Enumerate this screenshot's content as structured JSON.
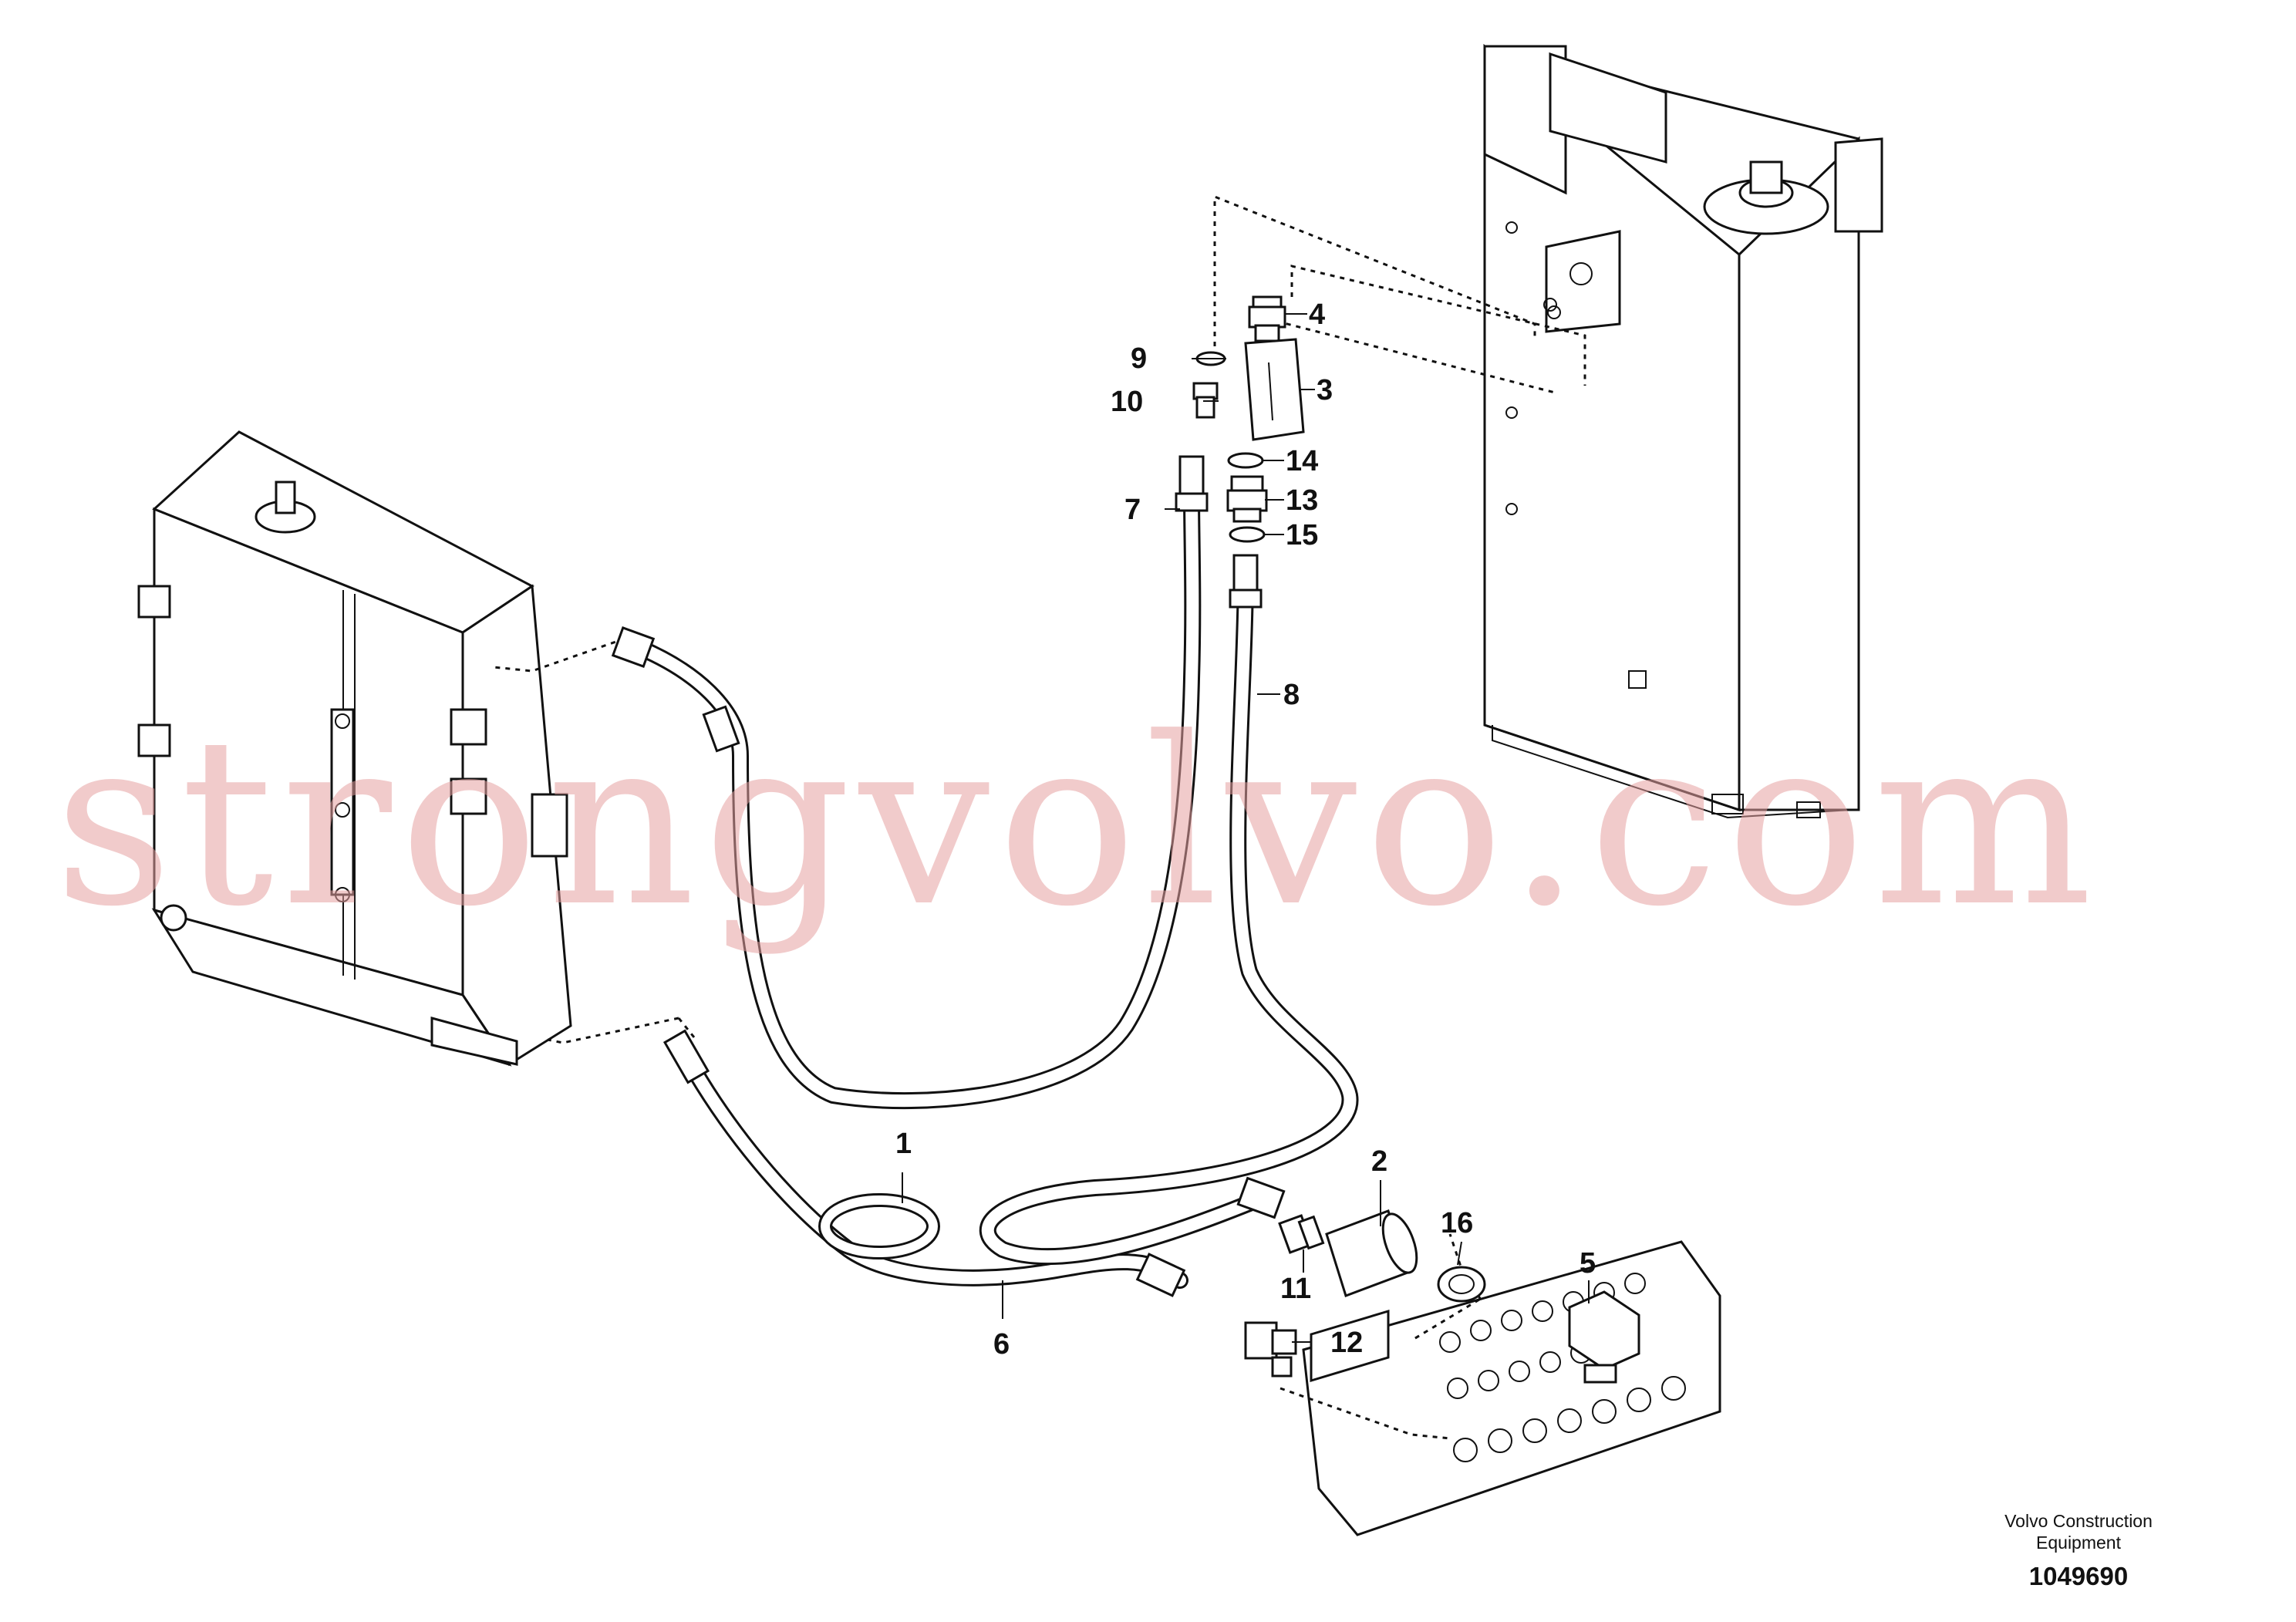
{
  "watermark": "strongvolvo.com",
  "callouts": {
    "c1": "1",
    "c2": "2",
    "c3": "3",
    "c4": "4",
    "c5": "5",
    "c6": "6",
    "c7": "7",
    "c8": "8",
    "c9": "9",
    "c10": "10",
    "c11": "11",
    "c12": "12",
    "c13": "13",
    "c14": "14",
    "c15": "15",
    "c16": "16"
  },
  "footer": {
    "brand_line1": "Volvo Construction",
    "brand_line2": "Equipment",
    "ref_number": "1049690"
  }
}
